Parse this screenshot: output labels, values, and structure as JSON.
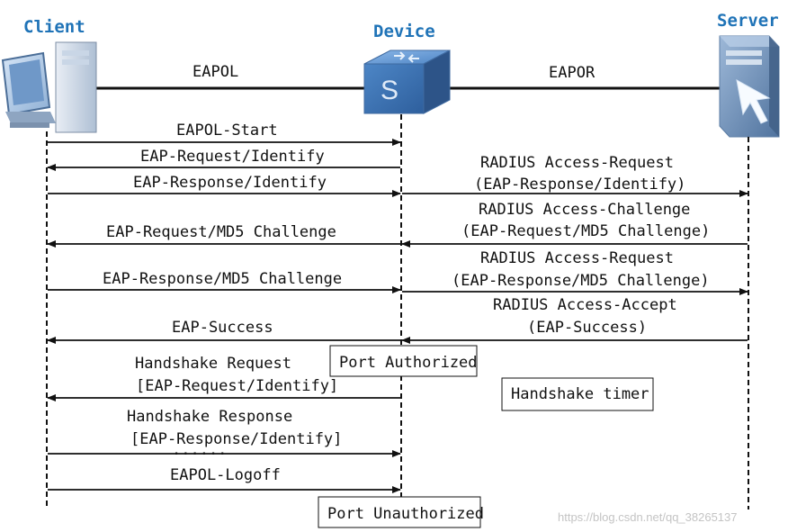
{
  "participants": {
    "client": "Client",
    "device": "Device",
    "server": "Server"
  },
  "links": {
    "client_device": "EAPOL",
    "device_server": "EAPOR"
  },
  "messages": {
    "eapol_start": "EAPOL-Start",
    "eap_request_identify": "EAP-Request/Identify",
    "eap_response_identify": "EAP-Response/Identify",
    "eap_request_md5": "EAP-Request/MD5 Challenge",
    "eap_response_md5": "EAP-Response/MD5 Challenge",
    "eap_success": "EAP-Success",
    "handshake_request": "Handshake Request",
    "handshake_request_sub": "[EAP-Request/Identify]",
    "handshake_response": "Handshake Response",
    "handshake_response_sub": "[EAP-Response/Identify]",
    "eapol_logoff": "EAPOL-Logoff",
    "radius_req1": "RADIUS Access-Request",
    "radius_req1_sub": "(EAP-Response/Identify)",
    "radius_challenge": "RADIUS Access-Challenge",
    "radius_challenge_sub": "(EAP-Request/MD5 Challenge)",
    "radius_req2": "RADIUS Access-Request",
    "radius_req2_sub": "(EAP-Response/MD5 Challenge)",
    "radius_accept": "RADIUS Access-Accept",
    "radius_accept_sub": "(EAP-Success)",
    "ellipsis": "......"
  },
  "states": {
    "port_authorized": "Port Authorized",
    "handshake_timer": "Handshake timer",
    "port_unauthorized": "Port Unauthorized"
  },
  "watermark": "https://blog.csdn.net/qq_38265137",
  "colors": {
    "title": "#1f73b7",
    "line": "#111111",
    "device_body": "#4d86c6",
    "server_body": "#6b8fb8"
  },
  "icons": {
    "client": "computer-icon",
    "device": "switch-icon",
    "server": "server-icon"
  }
}
